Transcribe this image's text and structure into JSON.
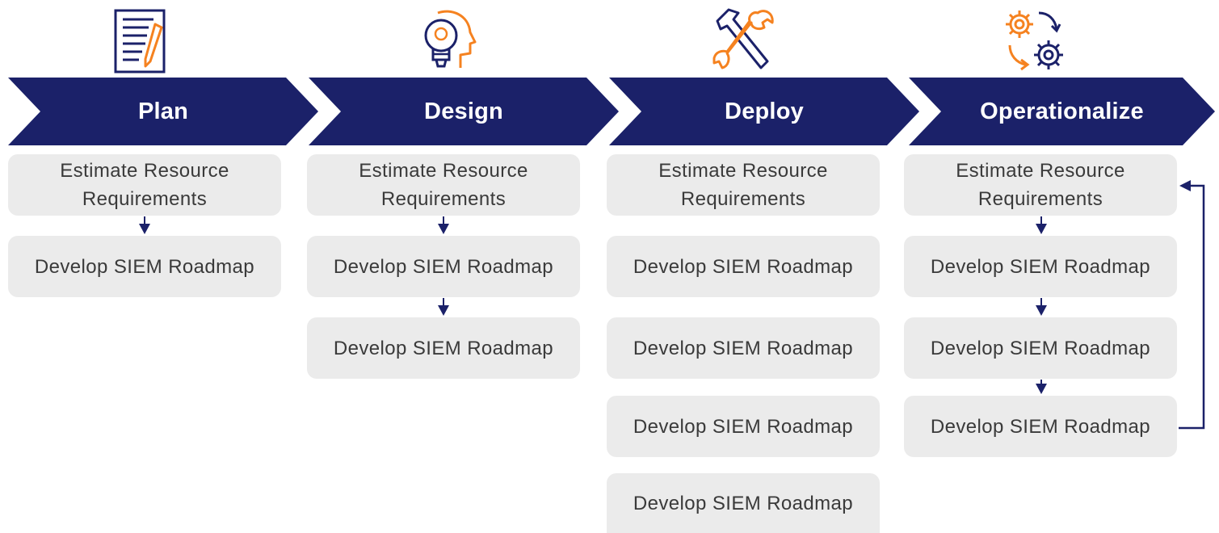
{
  "colors": {
    "navy": "#1b2169",
    "orange": "#f58220",
    "box": "#ebebeb",
    "text": "#3a3a3a"
  },
  "phases": [
    {
      "title": "Plan",
      "icon": "document-pencil-icon",
      "steps": [
        "Estimate Resource Requirements",
        "Develop SIEM Roadmap"
      ]
    },
    {
      "title": "Design",
      "icon": "lightbulb-head-icon",
      "steps": [
        "Estimate Resource Requirements",
        "Develop SIEM Roadmap",
        "Develop SIEM Roadmap"
      ]
    },
    {
      "title": "Deploy",
      "icon": "hammer-wrench-icon",
      "steps": [
        "Estimate Resource Requirements",
        "Develop SIEM Roadmap",
        "Develop SIEM Roadmap",
        "Develop SIEM Roadmap",
        "Develop SIEM Roadmap"
      ]
    },
    {
      "title": "Operationalize",
      "icon": "gears-cycle-icon",
      "steps": [
        "Estimate Resource Requirements",
        "Develop SIEM Roadmap",
        "Develop SIEM Roadmap",
        "Develop SIEM Roadmap"
      ]
    }
  ]
}
